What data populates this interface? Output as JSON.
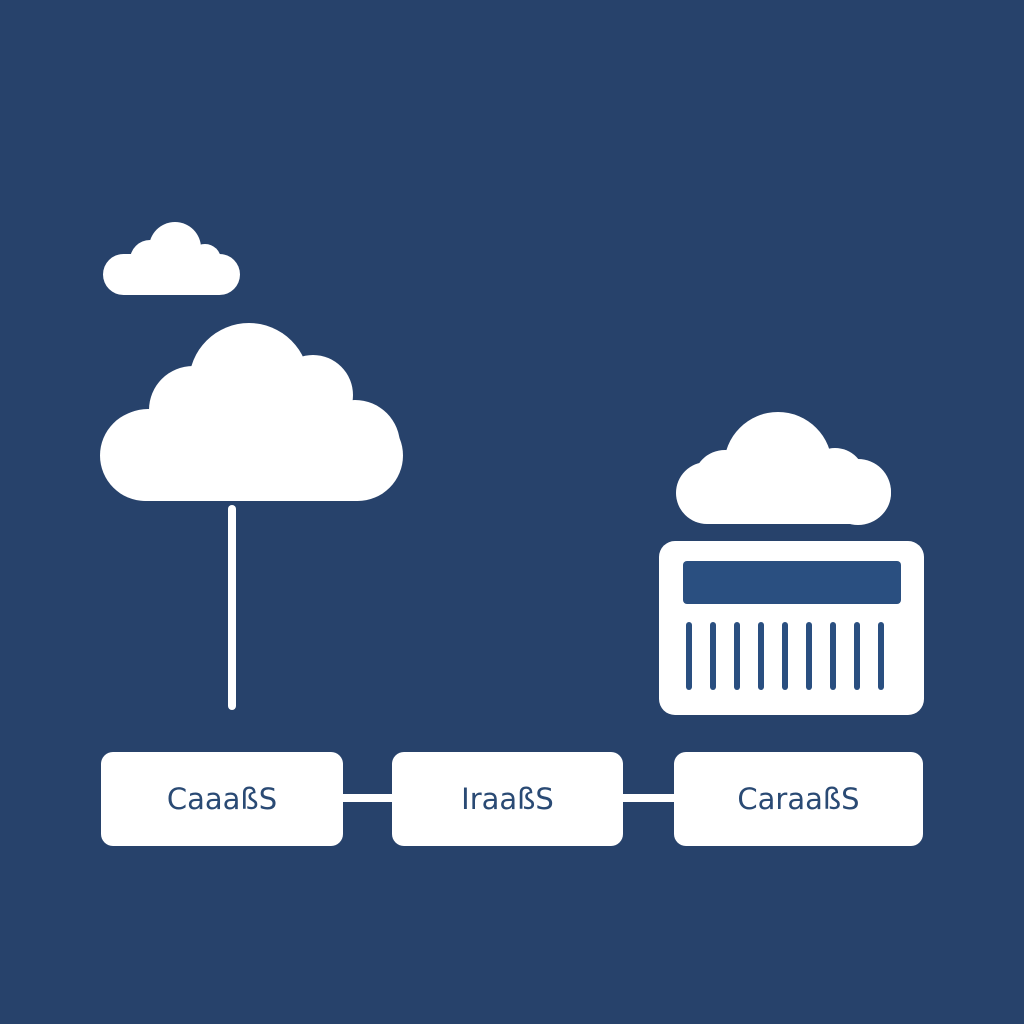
{
  "colors": {
    "background": "#27426b",
    "shape": "#ffffff",
    "label": "#2a4a74",
    "server_bar": "#2a4f80"
  },
  "icons": [
    "cloud-icon",
    "server-icon"
  ],
  "boxes": [
    {
      "label": "CaaaßS"
    },
    {
      "label": "IraaßS"
    },
    {
      "label": "CaraaßS"
    }
  ]
}
